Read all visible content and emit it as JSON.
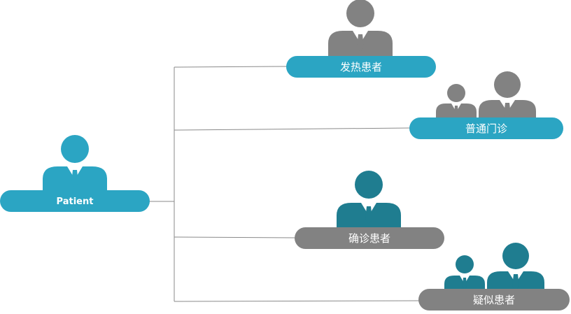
{
  "colors": {
    "blue": "#2ba5c3",
    "gray": "#828282",
    "teal": "#1f7d90",
    "line": "#8a8a8a",
    "shirt": "#ffffff"
  },
  "root": {
    "label": "Patient",
    "icon": "person-icon"
  },
  "branches": [
    {
      "label": "发热患者",
      "icon": "person-icon"
    },
    {
      "label": "普通门诊",
      "icon": "two-persons-icon"
    },
    {
      "label": "确诊患者",
      "icon": "person-icon"
    },
    {
      "label": "疑似患者",
      "icon": "two-persons-icon"
    }
  ]
}
